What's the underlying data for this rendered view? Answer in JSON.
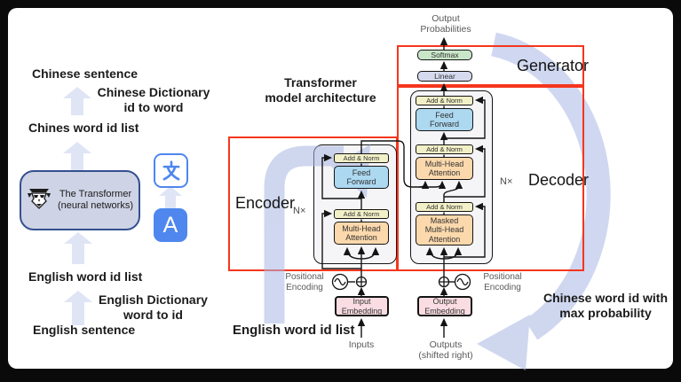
{
  "left_flow": {
    "chinese_sentence": "Chinese sentence",
    "chinese_dictionary": {
      "line1": "Chinese Dictionary",
      "line2": "id to word"
    },
    "chinese_word_id_list": "Chines word id list",
    "transformer_box": {
      "line1": "The Transformer",
      "line2": "(neural networks)"
    },
    "english_word_id_list": "English word id list",
    "english_dictionary": {
      "line1": "English Dictionary",
      "line2": "word to id"
    },
    "english_sentence": "English sentence",
    "translate_icon": {
      "a_label": "A",
      "zh_glyph": "文"
    }
  },
  "architecture": {
    "title": {
      "line1": "Transformer",
      "line2": "model architecture"
    },
    "output_probabilities": {
      "line1": "Output",
      "line2": "Probabilities"
    },
    "generator_label": "Generator",
    "softmax": "Softmax",
    "linear": "Linear",
    "encoder_label": "Encoder",
    "decoder_label": "Decoder",
    "n_times": "N×",
    "add_norm": "Add & Norm",
    "feed_forward": {
      "line1": "Feed",
      "line2": "Forward"
    },
    "multi_head_attention": {
      "line1": "Multi-Head",
      "line2": "Attention"
    },
    "masked_multi_head_attention": {
      "line1": "Masked",
      "line2": "Multi-Head",
      "line3": "Attention"
    },
    "positional_encoding": {
      "line1": "Positional",
      "line2": "Encoding"
    },
    "input_embedding": {
      "line1": "Input",
      "line2": "Embedding"
    },
    "output_embedding": {
      "line1": "Output",
      "line2": "Embedding"
    },
    "inputs": "Inputs",
    "outputs": {
      "line1": "Outputs",
      "line2": "(shifted right)"
    }
  },
  "annotations": {
    "english_word_id_list": "English word id list",
    "chinese_word_id": {
      "line1": "Chinese word id with",
      "line2": "max probability"
    }
  },
  "colors": {
    "red_box": "#f5361d",
    "swoosh": "#a9b7e3",
    "flow_arrow": "#dfe5f5",
    "add_norm_fill": "#f2f0c7",
    "ff_fill": "#acd8f0",
    "attention_fill": "#fcd9ac",
    "softmax_fill": "#c9e6c9",
    "linear_fill": "#d5daee",
    "embed_fill": "#fadde2",
    "container_fill": "#f5f5f7",
    "transformer_box_fill": "#ced3e5",
    "transformer_box_border": "#35508f",
    "translate_blue": "#4f87ee"
  }
}
